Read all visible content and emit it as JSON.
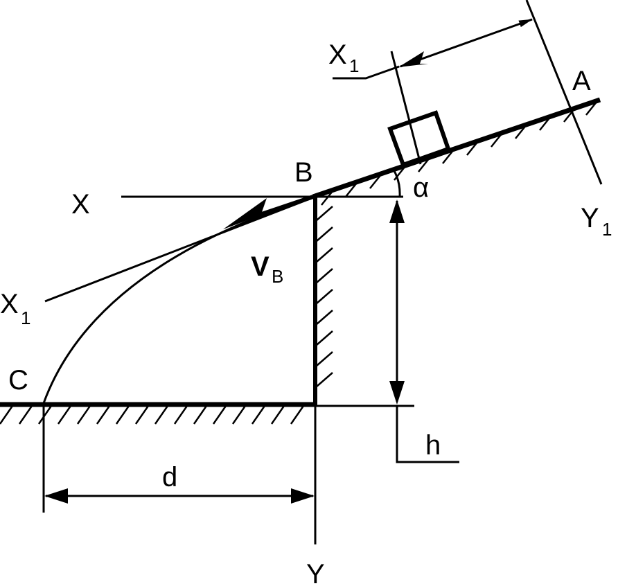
{
  "labels": {
    "A": "A",
    "B": "B",
    "C": "C",
    "X": "X",
    "Y": "Y",
    "X1_main": "X",
    "X1_main_sub": "1",
    "X1_top": "X",
    "X1_top_sub": "1",
    "Y1": "Y",
    "Y1_sub": "1",
    "alpha": "α",
    "vB": "V",
    "vB_sub": "B",
    "h": "h",
    "d": "d"
  },
  "colors": {
    "ink": "#000000",
    "paper": "#ffffff"
  }
}
